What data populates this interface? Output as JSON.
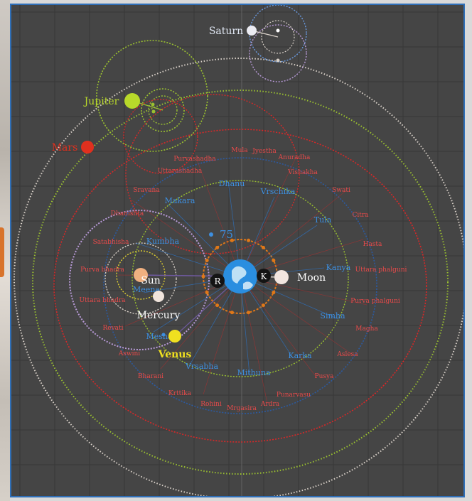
{
  "planets": [
    {
      "name": "Saturn",
      "color": "#e8e8f0",
      "text_color": "#dfe6f2"
    },
    {
      "name": "Jupiter",
      "color": "#b8d82a",
      "text_color": "#b8d82a"
    },
    {
      "name": "Mars",
      "color": "#e0301e",
      "text_color": "#e0301e"
    },
    {
      "name": "Sun",
      "color": "#f0b080",
      "text_color": "#ffffff"
    },
    {
      "name": "Moon",
      "color": "#f2e6e0",
      "text_color": "#ffffff"
    },
    {
      "name": "Mercury",
      "color": "#f0e4dc",
      "text_color": "#ffffff"
    },
    {
      "name": "Venus",
      "color": "#f0e020",
      "text_color": "#f0e020"
    }
  ],
  "earth_markers": {
    "rahu": "R",
    "ketu": "K"
  },
  "degree_marker": "75",
  "blue_labels": [
    "Dhanu",
    "Vrschika",
    "Tula",
    "Makara",
    "Kumbha",
    "Meena",
    "Kanya",
    "Simha",
    "Karka",
    "Mithuna",
    "Vrsabha",
    "Mesha"
  ],
  "nakshatras": [
    "Purvashadha",
    "Mula",
    "Jyestha",
    "Anuradha",
    "Uttarashadha",
    "Vishakha",
    "Sravana",
    "Swati",
    "Dhanishta",
    "Citra",
    "Satabhisha",
    "Hasta",
    "Purva bhadra",
    "Uttara phalguni",
    "Uttara bhadra",
    "Purva phalguni",
    "Revati",
    "Magha",
    "Aswini",
    "Aslesa",
    "Bharani",
    "Pusya",
    "Krttika",
    "Punarvasu",
    "Rohini",
    "Mrgasira",
    "Ardra"
  ],
  "colors": {
    "background": "#454545",
    "grid": "#3a3a3a",
    "blue_text": "#3d8fe0",
    "nakshatra_text": "#e84a4a",
    "orbit_white": "#d8d0c8",
    "orbit_green": "#9ac030",
    "orbit_red": "#d82828",
    "orbit_purple": "#b89ad8",
    "orbit_blue": "#6a9ae0",
    "orbit_orange": "#e07818"
  }
}
